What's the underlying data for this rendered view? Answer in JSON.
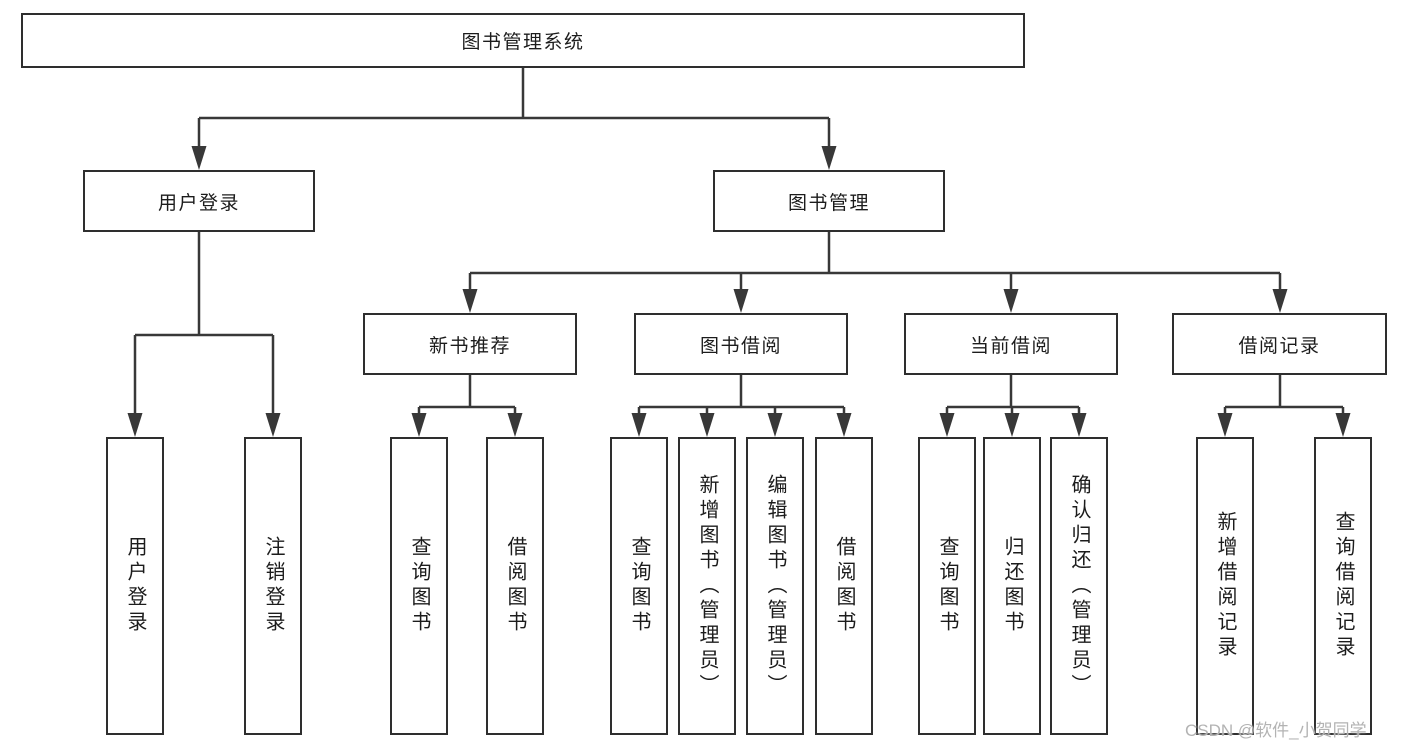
{
  "diagram": {
    "watermark": "CSDN @软件_小贺同学",
    "colors": {
      "line": "#383838",
      "box_border": "#2e2e2e",
      "text": "#1c1c1c",
      "background": "#ffffff",
      "watermark_text": "#b3b3b3"
    },
    "nodes": {
      "root": {
        "label": "图书管理系统"
      },
      "login": {
        "label": "用户登录"
      },
      "mgmt": {
        "label": "图书管理"
      },
      "newbook": {
        "label": "新书推荐"
      },
      "borrow": {
        "label": "图书借阅"
      },
      "current": {
        "label": "当前借阅"
      },
      "records": {
        "label": "借阅记录"
      },
      "leaf_user_login": {
        "label": "用户登录"
      },
      "leaf_logout": {
        "label": "注销登录"
      },
      "leaf_query_book_1": {
        "label": "查询图书"
      },
      "leaf_borrow_book_1": {
        "label": "借阅图书"
      },
      "leaf_query_book_2": {
        "label": "查询图书"
      },
      "leaf_add_book": {
        "label": "新增图书（管理员）"
      },
      "leaf_edit_book": {
        "label": "编辑图书（管理员）"
      },
      "leaf_borrow_book_2": {
        "label": "借阅图书"
      },
      "leaf_query_book_3": {
        "label": "查询图书"
      },
      "leaf_return_book": {
        "label": "归还图书"
      },
      "leaf_confirm_return": {
        "label": "确认归还（管理员）"
      },
      "leaf_add_record": {
        "label": "新增借阅记录"
      },
      "leaf_query_record": {
        "label": "查询借阅记录"
      }
    }
  }
}
